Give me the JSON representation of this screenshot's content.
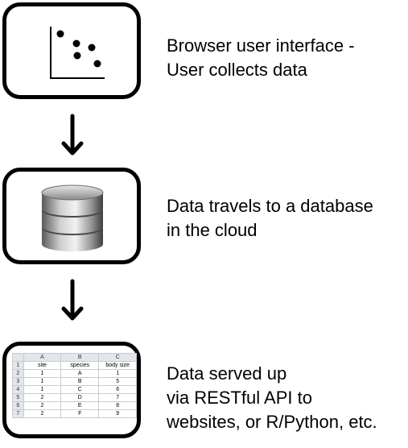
{
  "steps": [
    {
      "icon": "scatter-plot-icon",
      "caption_lines": [
        "Browser user interface -",
        "User collects data"
      ]
    },
    {
      "icon": "database-icon",
      "caption_lines": [
        "Data travels to a database",
        "in the cloud"
      ]
    },
    {
      "icon": "spreadsheet-icon",
      "caption_lines": [
        "Data served up",
        "via RESTful API to",
        "websites, or R/Python, etc."
      ]
    }
  ],
  "spreadsheet": {
    "column_letters": [
      "A",
      "B",
      "C"
    ],
    "rows": [
      [
        "1",
        "site",
        "species",
        "body size"
      ],
      [
        "2",
        "1",
        "A",
        "1"
      ],
      [
        "3",
        "1",
        "B",
        "5"
      ],
      [
        "4",
        "1",
        "C",
        "6"
      ],
      [
        "5",
        "2",
        "D",
        "7"
      ],
      [
        "6",
        "2",
        "E",
        "8"
      ],
      [
        "7",
        "2",
        "F",
        "9"
      ]
    ]
  },
  "colors": {
    "stroke": "#000000",
    "background": "#ffffff"
  }
}
